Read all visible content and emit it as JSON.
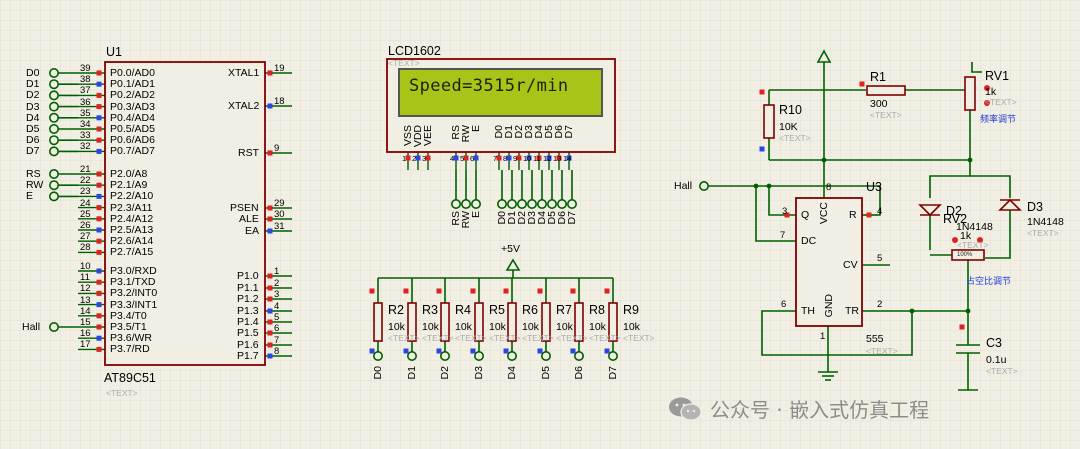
{
  "mcu": {
    "ref": "U1",
    "part": "AT89C51",
    "text": "<TEXT>",
    "left_pins": [
      {
        "num": "39",
        "name": "P0.0/AD0",
        "net": "D0"
      },
      {
        "num": "38",
        "name": "P0.1/AD1",
        "net": "D1"
      },
      {
        "num": "37",
        "name": "P0.2/AD2",
        "net": "D2"
      },
      {
        "num": "36",
        "name": "P0.3/AD3",
        "net": "D3"
      },
      {
        "num": "35",
        "name": "P0.4/AD4",
        "net": "D4"
      },
      {
        "num": "34",
        "name": "P0.5/AD5",
        "net": "D5"
      },
      {
        "num": "33",
        "name": "P0.6/AD6",
        "net": "D6"
      },
      {
        "num": "32",
        "name": "P0.7/AD7",
        "net": "D7"
      },
      {
        "num": "21",
        "name": "P2.0/A8",
        "net": "RS"
      },
      {
        "num": "22",
        "name": "P2.1/A9",
        "net": "RW"
      },
      {
        "num": "23",
        "name": "P2.2/A10",
        "net": "E"
      },
      {
        "num": "24",
        "name": "P2.3/A11",
        "net": ""
      },
      {
        "num": "25",
        "name": "P2.4/A12",
        "net": ""
      },
      {
        "num": "26",
        "name": "P2.5/A13",
        "net": ""
      },
      {
        "num": "27",
        "name": "P2.6/A14",
        "net": ""
      },
      {
        "num": "28",
        "name": "P2.7/A15",
        "net": ""
      },
      {
        "num": "10",
        "name": "P3.0/RXD",
        "net": ""
      },
      {
        "num": "11",
        "name": "P3.1/TXD",
        "net": ""
      },
      {
        "num": "12",
        "name": "P3.2/INT0",
        "net": ""
      },
      {
        "num": "13",
        "name": "P3.3/INT1",
        "net": ""
      },
      {
        "num": "14",
        "name": "P3.4/T0",
        "net": ""
      },
      {
        "num": "15",
        "name": "P3.5/T1",
        "net": "Hall"
      },
      {
        "num": "16",
        "name": "P3.6/WR",
        "net": ""
      },
      {
        "num": "17",
        "name": "P3.7/RD",
        "net": ""
      }
    ],
    "right_pins": [
      {
        "num": "19",
        "name": "XTAL1"
      },
      {
        "num": "18",
        "name": "XTAL2"
      },
      {
        "num": "9",
        "name": "RST"
      },
      {
        "num": "29",
        "name": "PSEN"
      },
      {
        "num": "30",
        "name": "ALE"
      },
      {
        "num": "31",
        "name": "EA"
      },
      {
        "num": "1",
        "name": "P1.0"
      },
      {
        "num": "2",
        "name": "P1.1"
      },
      {
        "num": "3",
        "name": "P1.2"
      },
      {
        "num": "4",
        "name": "P1.3"
      },
      {
        "num": "5",
        "name": "P1.4"
      },
      {
        "num": "6",
        "name": "P1.5"
      },
      {
        "num": "7",
        "name": "P1.6"
      },
      {
        "num": "8",
        "name": "P1.7"
      }
    ]
  },
  "lcd": {
    "ref": "LCD1602",
    "text": "<TEXT>",
    "display": "Speed=3515r/min",
    "pins": [
      {
        "num": "1",
        "name": "VSS"
      },
      {
        "num": "2",
        "name": "VDD"
      },
      {
        "num": "3",
        "name": "VEE"
      },
      {
        "num": "4",
        "name": "RS"
      },
      {
        "num": "5",
        "name": "RW"
      },
      {
        "num": "6",
        "name": "E"
      },
      {
        "num": "7",
        "name": "D0"
      },
      {
        "num": "8",
        "name": "D1"
      },
      {
        "num": "9",
        "name": "D2"
      },
      {
        "num": "10",
        "name": "D3"
      },
      {
        "num": "11",
        "name": "D4"
      },
      {
        "num": "12",
        "name": "D5"
      },
      {
        "num": "13",
        "name": "D6"
      },
      {
        "num": "14",
        "name": "D7"
      }
    ],
    "terminals": [
      "RS",
      "RW",
      "E",
      "D0",
      "D1",
      "D2",
      "D3",
      "D4",
      "D5",
      "D6",
      "D7"
    ]
  },
  "pullups": {
    "supply": "+5V",
    "resistors": [
      {
        "ref": "R2",
        "value": "10k",
        "net": "D0"
      },
      {
        "ref": "R3",
        "value": "10k",
        "net": "D1"
      },
      {
        "ref": "R4",
        "value": "10k",
        "net": "D2"
      },
      {
        "ref": "R5",
        "value": "10k",
        "net": "D3"
      },
      {
        "ref": "R6",
        "value": "10k",
        "net": "D4"
      },
      {
        "ref": "R7",
        "value": "10k",
        "net": "D5"
      },
      {
        "ref": "R8",
        "value": "10k",
        "net": "D6"
      },
      {
        "ref": "R9",
        "value": "10k",
        "net": "D7"
      }
    ]
  },
  "timer": {
    "ref": "U3",
    "part": "555",
    "text": "<TEXT>",
    "pins": [
      {
        "num": "3",
        "name": "Q"
      },
      {
        "num": "4",
        "name": "R"
      },
      {
        "num": "7",
        "name": "DC"
      },
      {
        "num": "8",
        "name": "VCC"
      },
      {
        "num": "5",
        "name": "CV"
      },
      {
        "num": "6",
        "name": "TH"
      },
      {
        "num": "2",
        "name": "TR"
      },
      {
        "num": "1",
        "name": "GND"
      }
    ]
  },
  "hall_terminal": "Hall",
  "r1": {
    "ref": "R1",
    "value": "300",
    "text": "<TEXT>"
  },
  "r10": {
    "ref": "R10",
    "value": "10K",
    "text": "<TEXT>"
  },
  "rv1": {
    "ref": "RV1",
    "value": "1k",
    "text": "<TEXT>",
    "note": "频率调节"
  },
  "d2": {
    "ref": "D2",
    "value": "1N4148"
  },
  "d3": {
    "ref": "D3",
    "value": "1N4148",
    "text": "<TEXT>"
  },
  "rv2": {
    "ref": "RV2",
    "value": "1k",
    "text": "<TEXT>",
    "percent": "100%",
    "note": "占空比调节"
  },
  "c3": {
    "ref": "C3",
    "value": "0.1u",
    "text": "<TEXT>"
  },
  "watermark": {
    "text": "公众号 · 嵌入式仿真工程"
  },
  "colors": {
    "wire": "#006000",
    "body": "#800000",
    "fill": "#f1efe3",
    "pin_dot": "#dd2222",
    "pin_blue": "#2a46e0",
    "lcd_green": "#a9c418"
  }
}
